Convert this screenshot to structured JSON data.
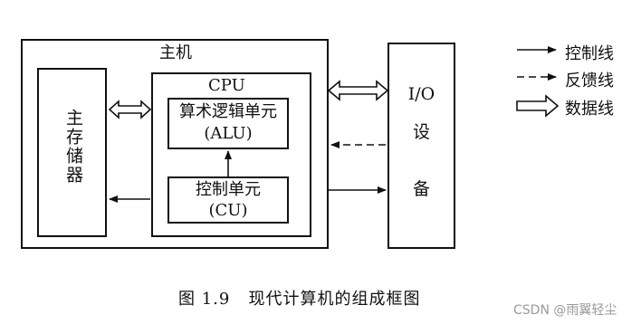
{
  "diagram": {
    "host_label": "主机",
    "main_memory_label": "主存储器",
    "cpu_label": "CPU",
    "alu_line1": "算术逻辑单元",
    "alu_line2": "(ALU)",
    "cu_line1": "控制单元",
    "cu_line2": "(CU)",
    "io_label_top": "I/O",
    "io_label_mid": "设",
    "io_label_bot": "备"
  },
  "legend": {
    "control_line": "控制线",
    "feedback_line": "反馈线",
    "data_line": "数据线"
  },
  "caption": "图 1.9   现代计算机的组成框图",
  "watermark": "CSDN @雨翼轻尘"
}
